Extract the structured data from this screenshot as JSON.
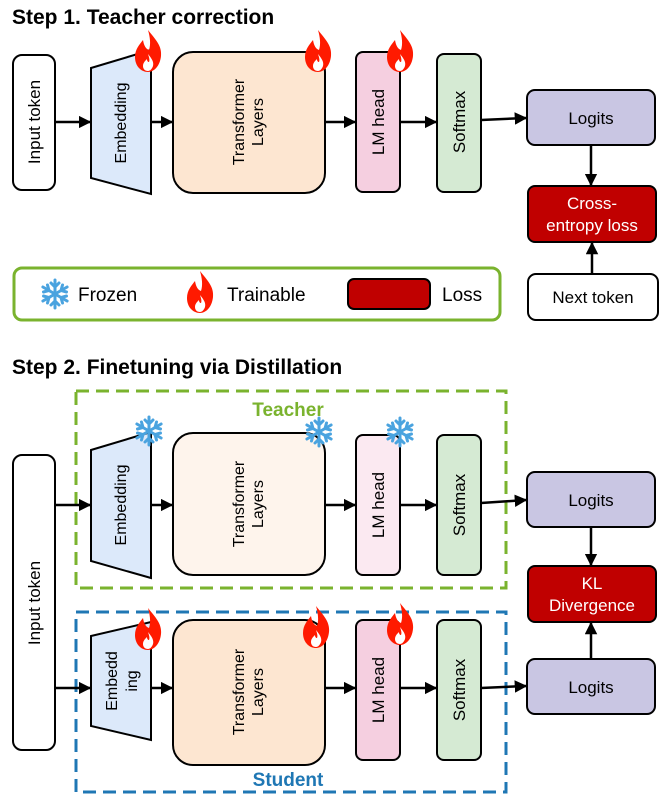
{
  "step1": {
    "title": "Step 1. Teacher correction",
    "input": "Input token",
    "embedding": "Embedding",
    "transformer_line1": "Transformer",
    "transformer_line2": "Layers",
    "lm_head": "LM head",
    "softmax": "Softmax",
    "logits": "Logits",
    "loss_line1": "Cross-",
    "loss_line2": "entropy loss",
    "next_token": "Next token"
  },
  "legend": {
    "frozen": "Frozen",
    "trainable": "Trainable",
    "loss": "Loss"
  },
  "step2": {
    "title": "Step 2. Finetuning via Distillation",
    "input": "Input token",
    "teacher": {
      "label": "Teacher",
      "embedding": "Embedding",
      "transformer_line1": "Transformer",
      "transformer_line2": "Layers",
      "lm_head": "LM head",
      "softmax": "Softmax",
      "logits": "Logits"
    },
    "student": {
      "label": "Student",
      "embedding_line1": "Embedd",
      "embedding_line2": "ing",
      "transformer_line1": "Transformer",
      "transformer_line2": "Layers",
      "lm_head": "LM head",
      "softmax": "Softmax",
      "logits": "Logits"
    },
    "kl_line1": "KL",
    "kl_line2": "Divergence"
  },
  "colors": {
    "embedding_fill": "#dce9fa",
    "transformer_fill": "#fde6d1",
    "lmhead_fill": "#f5cfe0",
    "softmax_fill": "#d5ead3",
    "logits_fill": "#c9c6e3",
    "loss_fill": "#c00000",
    "teacher_border": "#7ab32e",
    "student_border": "#1f77b4",
    "legend_border": "#7ab32e",
    "flame": "#ff1a00",
    "snowflake": "#4aa3df"
  },
  "icons": {
    "trainable": "flame-icon",
    "frozen": "snowflake-icon"
  }
}
